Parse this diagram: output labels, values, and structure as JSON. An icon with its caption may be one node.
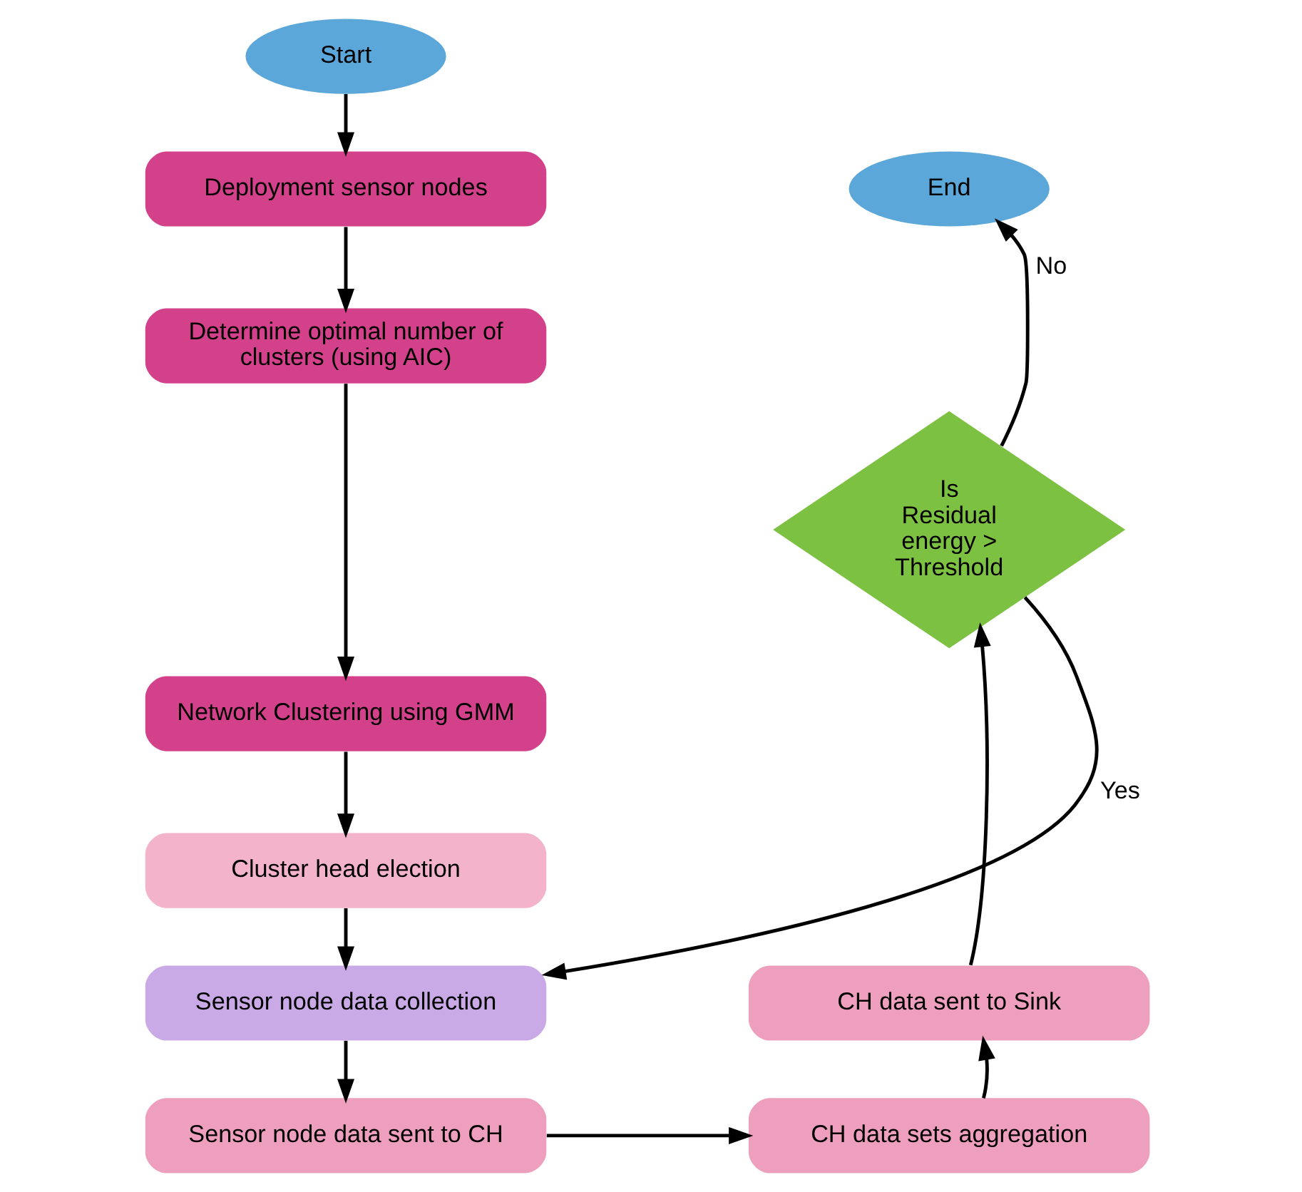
{
  "diagram": {
    "nodes": [
      {
        "text": [
          "Start"
        ]
      },
      {
        "text": [
          "Deployment sensor nodes"
        ]
      },
      {
        "text": [
          "Determine optimal number of clusters (using AIC)"
        ]
      },
      {
        "text": [
          "Network Clustering using GMM"
        ]
      },
      {
        "text": [
          "Cluster head election"
        ]
      },
      {
        "text": [
          "Sensor node data collection"
        ]
      },
      {
        "text": [
          "Sensor node data sent to CH"
        ]
      },
      {
        "text": [
          "CH data sets aggregation"
        ]
      },
      {
        "text": [
          "CH data sent to Sink"
        ]
      },
      {
        "text": [
          "Is Residual energy > Threshold"
        ]
      },
      {
        "text": [
          "End"
        ]
      }
    ],
    "edges": [
      {
        "from": 0,
        "to": 1,
        "arrow": "to"
      },
      {
        "from": 1,
        "to": 2,
        "arrow": "to"
      },
      {
        "from": 2,
        "to": 3,
        "arrow": "to"
      },
      {
        "from": 3,
        "to": 4,
        "arrow": "to"
      },
      {
        "from": 4,
        "to": 5,
        "arrow": "to"
      },
      {
        "from": 5,
        "to": 6,
        "arrow": "to"
      },
      {
        "from": 6,
        "to": 7,
        "arrow": "to"
      },
      {
        "from": 7,
        "to": 8,
        "arrow": "to"
      },
      {
        "from": 8,
        "to": 9,
        "arrow": "to"
      },
      {
        "from": 9,
        "to": 5,
        "arrow": "to",
        "label": "Yes"
      },
      {
        "from": 9,
        "to": 10,
        "arrow": "to",
        "label": "No"
      }
    ]
  }
}
